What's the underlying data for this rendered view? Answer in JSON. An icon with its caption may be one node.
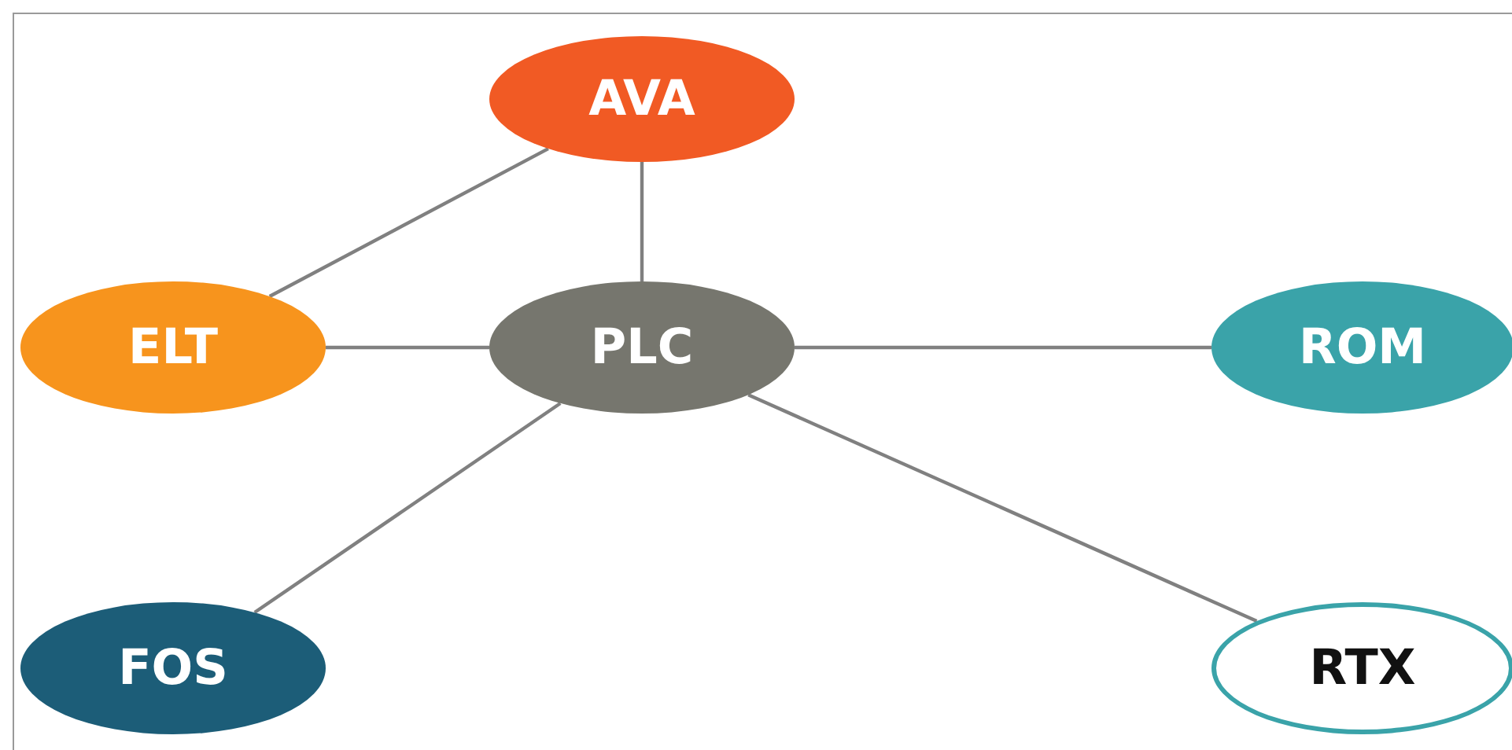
{
  "diagram": {
    "nodes": [
      {
        "text": [
          "AVA"
        ]
      },
      {
        "text": [
          "ELT"
        ]
      },
      {
        "text": [
          "PLC"
        ]
      },
      {
        "text": [
          "ROM"
        ]
      },
      {
        "text": [
          "FOS"
        ]
      },
      {
        "text": [
          "RTX"
        ]
      }
    ],
    "edges": [
      {
        "from": 0,
        "to": 1,
        "arrow": "none"
      },
      {
        "from": 0,
        "to": 2,
        "arrow": "none"
      },
      {
        "from": 1,
        "to": 2,
        "arrow": "none"
      },
      {
        "from": 2,
        "to": 3,
        "arrow": "none"
      },
      {
        "from": 2,
        "to": 4,
        "arrow": "none"
      },
      {
        "from": 2,
        "to": 5,
        "arrow": "none"
      }
    ]
  }
}
